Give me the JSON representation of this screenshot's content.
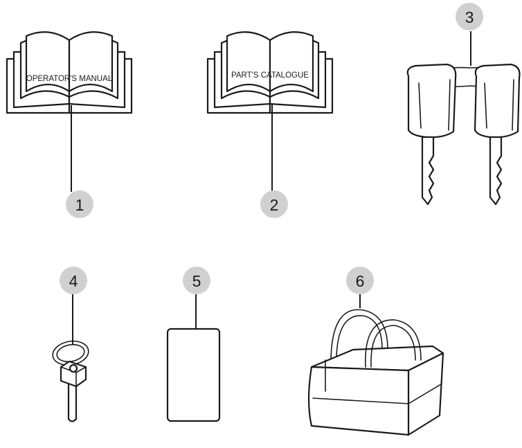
{
  "items": [
    {
      "number": "1",
      "label": "OPERATOR'S MANUAL",
      "icon": "book-icon"
    },
    {
      "number": "2",
      "label": "PART'S CATALOGUE",
      "icon": "book-icon"
    },
    {
      "number": "3",
      "icon": "keys-icon"
    },
    {
      "number": "4",
      "icon": "pin-icon"
    },
    {
      "number": "5",
      "icon": "card-icon"
    },
    {
      "number": "6",
      "icon": "bag-icon"
    }
  ],
  "colors": {
    "line": "#1a1a1a",
    "callout_fill": "#d0d0d0",
    "background": "#ffffff"
  }
}
